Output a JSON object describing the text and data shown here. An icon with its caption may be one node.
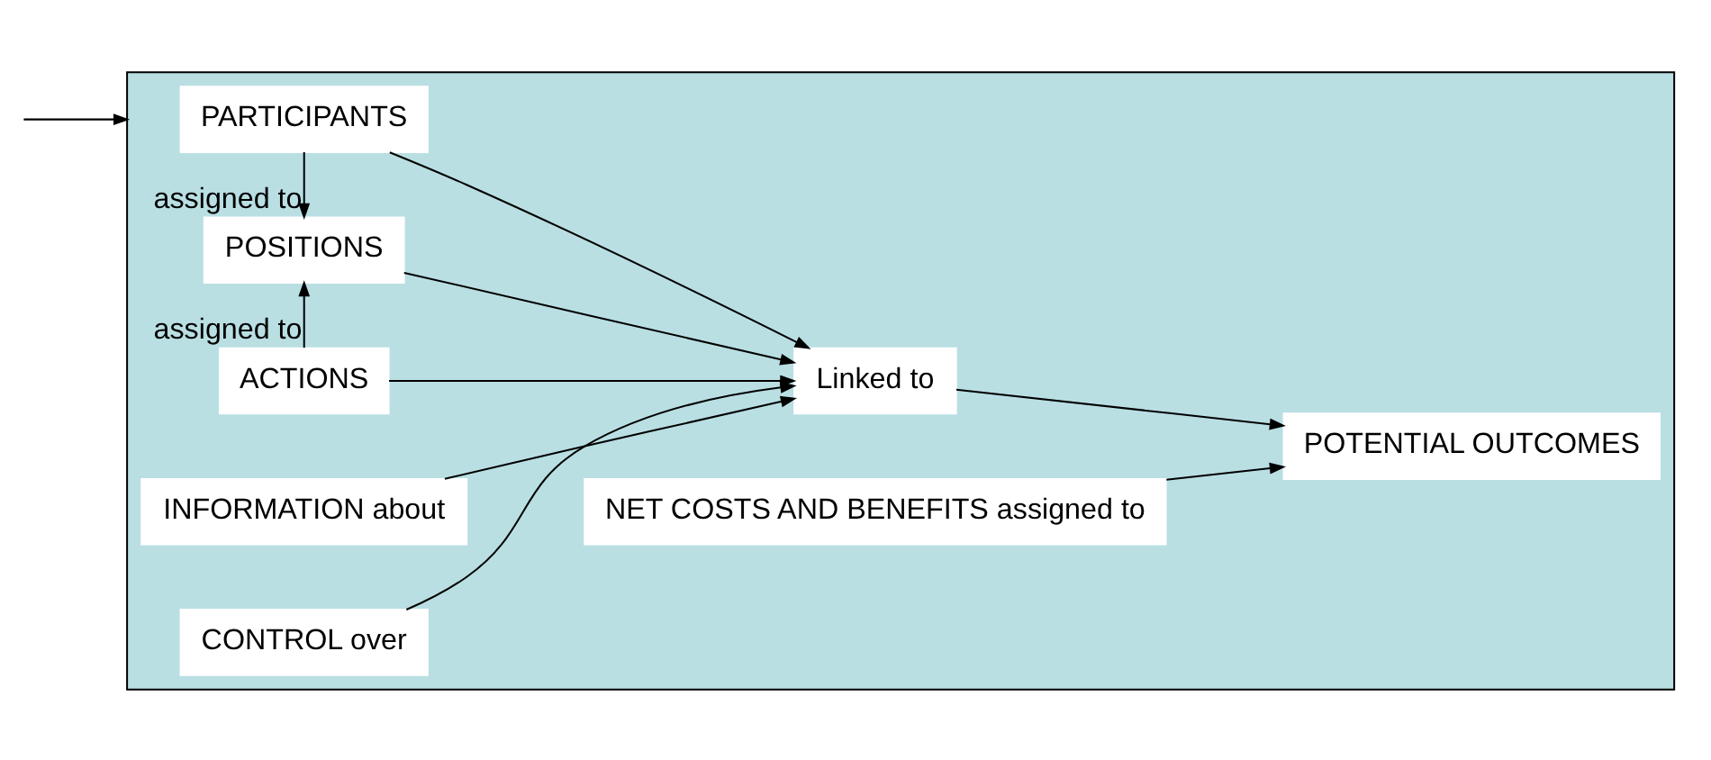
{
  "diagram": {
    "nodes": [
      {
        "text": [],
        "shape": "box"
      },
      {
        "text": [
          "PARTICIPANTS"
        ],
        "in": 0
      },
      {
        "text": [
          "POSITIONS"
        ],
        "in": 0
      },
      {
        "text": [
          "ACTIONS"
        ],
        "in": 0
      },
      {
        "text": [
          "INFORMATION about"
        ],
        "in": 0
      },
      {
        "text": [
          "CONTROL over"
        ],
        "in": 0
      },
      {
        "text": [
          "Linked to"
        ],
        "in": 0
      },
      {
        "text": [
          "POTENTIAL OUTCOMES"
        ],
        "in": 0
      },
      {
        "text": [
          "NET COSTS AND BENEFITS assigned to"
        ],
        "in": 0
      }
    ],
    "edges": [
      {
        "from": null,
        "to": 0,
        "arrow": "to"
      },
      {
        "from": 1,
        "to": 2,
        "arrow": "to",
        "label": "assigned to"
      },
      {
        "from": 3,
        "to": 2,
        "arrow": "to",
        "label": "assigned to"
      },
      {
        "from": 1,
        "to": 6,
        "arrow": "to"
      },
      {
        "from": 2,
        "to": 6,
        "arrow": "to"
      },
      {
        "from": 3,
        "to": 6,
        "arrow": "to"
      },
      {
        "from": 4,
        "to": 6,
        "arrow": "to"
      },
      {
        "from": 5,
        "to": 6,
        "arrow": "to"
      },
      {
        "from": 6,
        "to": 7,
        "arrow": "to"
      },
      {
        "from": 8,
        "to": 7,
        "arrow": "to"
      }
    ]
  }
}
